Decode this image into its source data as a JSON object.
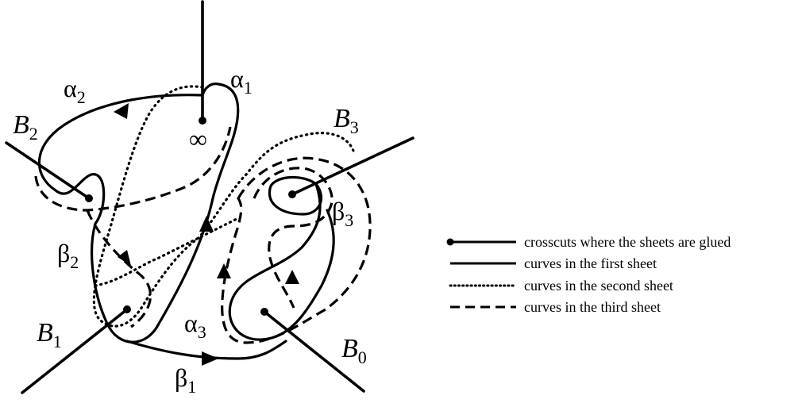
{
  "labels": {
    "alpha1": {
      "base": "α",
      "sub": "1"
    },
    "alpha2": {
      "base": "α",
      "sub": "2"
    },
    "alpha3": {
      "base": "α",
      "sub": "3"
    },
    "beta1": {
      "base": "β",
      "sub": "1"
    },
    "beta2": {
      "base": "β",
      "sub": "2"
    },
    "beta3": {
      "base": "β",
      "sub": "3"
    },
    "B0": {
      "base": "B",
      "sub": "0"
    },
    "B1": {
      "base": "B",
      "sub": "1"
    },
    "B2": {
      "base": "B",
      "sub": "2"
    },
    "B3": {
      "base": "B",
      "sub": "3"
    },
    "infinity": "∞"
  },
  "legend": {
    "crosscuts": "crosscuts where the sheets are glued",
    "first_sheet": "curves in the first sheet",
    "second_sheet": "curves in the second sheet",
    "third_sheet": "curves in the third sheet"
  }
}
